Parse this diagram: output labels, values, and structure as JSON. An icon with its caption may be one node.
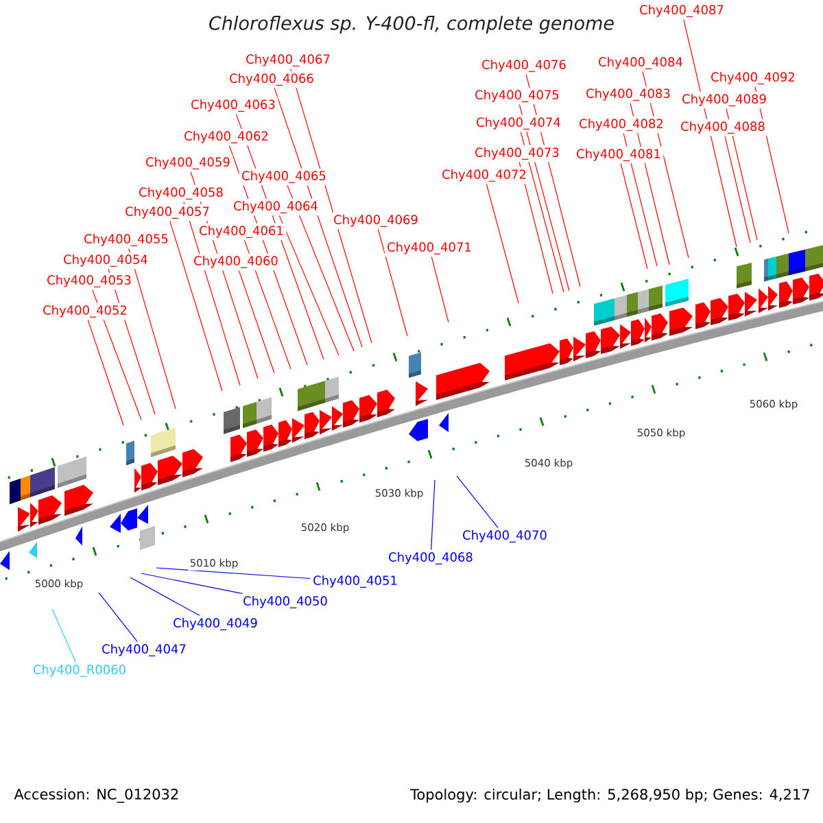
{
  "diagram": {
    "title": "Chloroflexus sp. Y-400-fl, complete genome",
    "nodes": [
      {
        "text": [
          "Chy400_4087"
        ]
      },
      {
        "text": [
          "Chy400_4067"
        ]
      },
      {
        "text": [
          "Chy400_4084"
        ]
      },
      {
        "text": [
          "Chy400_4076"
        ]
      },
      {
        "text": [
          "Chy400_4092"
        ]
      },
      {
        "text": [
          "Chy400_4066"
        ]
      },
      {
        "text": [
          "Chy400_4083"
        ]
      },
      {
        "text": [
          "Chy400_4075"
        ]
      },
      {
        "text": [
          "Chy400_4089"
        ]
      },
      {
        "text": [
          "Chy400_4063"
        ]
      },
      {
        "text": [
          "Chy400_4074"
        ]
      },
      {
        "text": [
          "Chy400_4082"
        ]
      },
      {
        "text": [
          "Chy400_4088"
        ]
      },
      {
        "text": [
          "Chy400_4062"
        ]
      },
      {
        "text": [
          "Chy400_4073"
        ]
      },
      {
        "text": [
          "Chy400_4081"
        ]
      },
      {
        "text": [
          "Chy400_4059"
        ]
      },
      {
        "text": [
          "Chy400_4072"
        ]
      },
      {
        "text": [
          "Chy400_4065"
        ]
      },
      {
        "text": [
          "Chy400_4058"
        ]
      },
      {
        "text": [
          "Chy400_4064"
        ]
      },
      {
        "text": [
          "Chy400_4057"
        ]
      },
      {
        "text": [
          "Chy400_4069"
        ]
      },
      {
        "text": [
          "Chy400_4061"
        ]
      },
      {
        "text": [
          "Chy400_4055"
        ]
      },
      {
        "text": [
          "Chy400_4071"
        ]
      },
      {
        "text": [
          "Chy400_4054"
        ]
      },
      {
        "text": [
          "Chy400_4060"
        ]
      },
      {
        "text": [
          "Chy400_4053"
        ]
      },
      {
        "text": [
          "Chy400_4052"
        ]
      },
      {
        "text": [
          "Chy400_4070"
        ]
      },
      {
        "text": [
          "Chy400_4068"
        ]
      },
      {
        "text": [
          "Chy400_4051"
        ]
      },
      {
        "text": [
          "Chy400_4050"
        ]
      },
      {
        "text": [
          "Chy400_4049"
        ]
      },
      {
        "text": [
          "Chy400_4047"
        ]
      },
      {
        "text": [
          "Chy400_R0060"
        ]
      }
    ],
    "edges": [
      {
        "from": 0,
        "to": null,
        "arrow": "none"
      },
      {
        "from": 1,
        "to": null,
        "arrow": "none"
      },
      {
        "from": 2,
        "to": null,
        "arrow": "none"
      },
      {
        "from": 3,
        "to": null,
        "arrow": "none"
      },
      {
        "from": 4,
        "to": null,
        "arrow": "none"
      },
      {
        "from": 5,
        "to": null,
        "arrow": "none"
      },
      {
        "from": 6,
        "to": null,
        "arrow": "none"
      },
      {
        "from": 7,
        "to": null,
        "arrow": "none"
      },
      {
        "from": 8,
        "to": null,
        "arrow": "none"
      },
      {
        "from": 9,
        "to": null,
        "arrow": "none"
      },
      {
        "from": 10,
        "to": null,
        "arrow": "none"
      },
      {
        "from": 11,
        "to": null,
        "arrow": "none"
      },
      {
        "from": 12,
        "to": null,
        "arrow": "none"
      },
      {
        "from": 13,
        "to": null,
        "arrow": "none"
      },
      {
        "from": 14,
        "to": null,
        "arrow": "none"
      },
      {
        "from": 15,
        "to": null,
        "arrow": "none"
      },
      {
        "from": 16,
        "to": null,
        "arrow": "none"
      },
      {
        "from": 17,
        "to": null,
        "arrow": "none"
      },
      {
        "from": 18,
        "to": null,
        "arrow": "none"
      },
      {
        "from": 19,
        "to": null,
        "arrow": "none"
      },
      {
        "from": 20,
        "to": null,
        "arrow": "none"
      },
      {
        "from": 21,
        "to": null,
        "arrow": "none"
      },
      {
        "from": 22,
        "to": null,
        "arrow": "none"
      },
      {
        "from": 23,
        "to": null,
        "arrow": "none"
      },
      {
        "from": 24,
        "to": null,
        "arrow": "none"
      },
      {
        "from": 25,
        "to": null,
        "arrow": "none"
      },
      {
        "from": 26,
        "to": null,
        "arrow": "none"
      },
      {
        "from": 27,
        "to": null,
        "arrow": "none"
      },
      {
        "from": 28,
        "to": null,
        "arrow": "none"
      },
      {
        "from": 29,
        "to": null,
        "arrow": "none"
      },
      {
        "from": 30,
        "to": null,
        "arrow": "none",
        "color": "#0000ff"
      },
      {
        "from": 31,
        "to": null,
        "arrow": "none",
        "color": "#0000ff"
      },
      {
        "from": 32,
        "to": null,
        "arrow": "none",
        "color": "#0000ff"
      },
      {
        "from": 33,
        "to": null,
        "arrow": "none",
        "color": "#0000ff"
      },
      {
        "from": 34,
        "to": null,
        "arrow": "none",
        "color": "#0000ff"
      },
      {
        "from": 35,
        "to": null,
        "arrow": "none",
        "color": "#0000ff"
      },
      {
        "from": 36,
        "to": null,
        "arrow": "none",
        "color": "#33ccff"
      }
    ],
    "labels": [
      "5060 kbp",
      "5050 kbp",
      "5040 kbp",
      "5030 kbp",
      "5020 kbp",
      "5010 kbp",
      "5000 kbp",
      "Accession: NC_012032",
      "Topology: circular; Length: 5,268,950 bp; Genes: 4,217"
    ]
  }
}
